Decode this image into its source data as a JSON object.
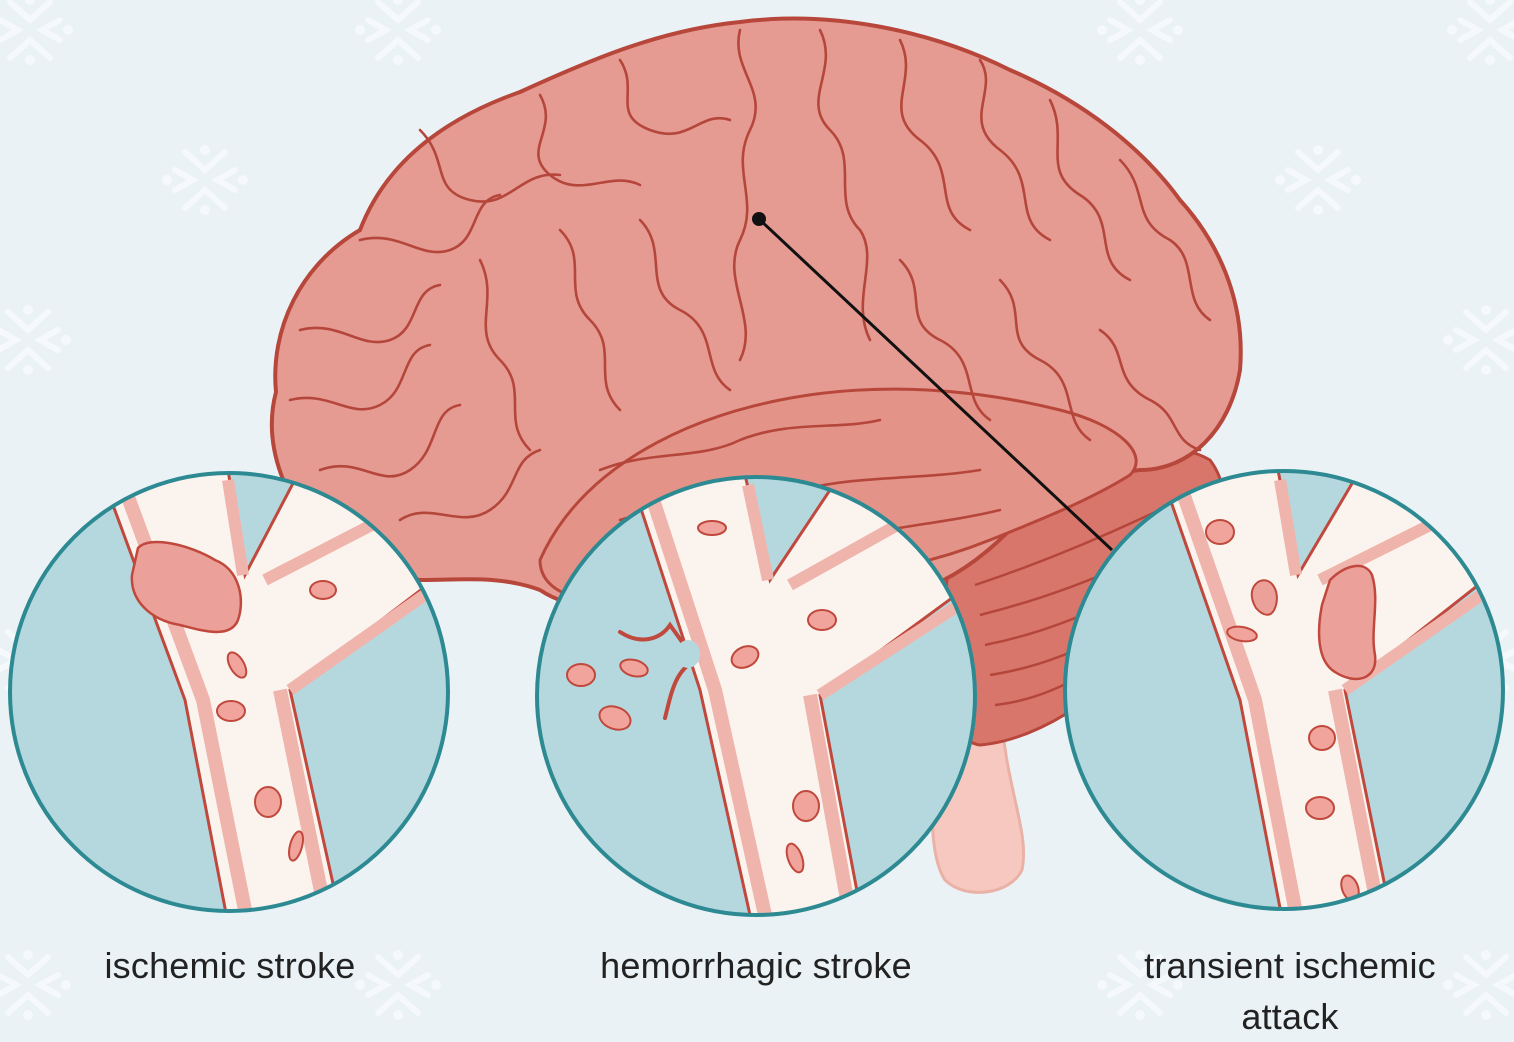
{
  "captions": {
    "ischemic": "ischemic stroke",
    "hemorrhagic": "hemorrhagic stroke",
    "tia": "transient ischemic attack"
  },
  "colors": {
    "background": "#eaf2f5",
    "brain_fill": "#e59b91",
    "brain_outline": "#b8473b",
    "brain_gyri": "#b5463b",
    "cerebellum": "#d9766c",
    "vessel_lumen": "#fbf4ee",
    "vessel_wall": "#efb5ad",
    "vessel_wall_outline": "#c0483c",
    "tissue_in_lens": "#b5d8df",
    "lens_ring": "#2e8a92",
    "red_blood_cell": "#f0a49c",
    "clot": "#eba19a",
    "pointer_line": "#111111"
  },
  "icons": [
    "brain-illustration",
    "magnifier-lens-ischemic",
    "magnifier-lens-hemorrhagic",
    "magnifier-lens-tia",
    "pointer-line"
  ]
}
